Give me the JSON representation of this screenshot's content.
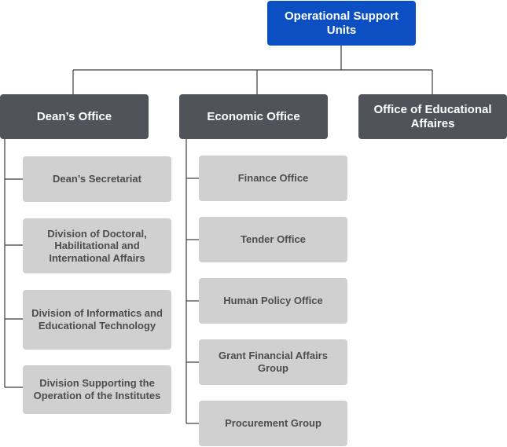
{
  "root": {
    "label": "Operational Support Units"
  },
  "departments": [
    {
      "label": "Dean’s Office",
      "units": [
        "Dean’s Secretariat",
        "Division of Doctoral, Habilitational and International Affairs",
        "Division of Informatics and Educational Technology",
        "Division Supporting the Operation of the Institutes"
      ]
    },
    {
      "label": "Economic Office",
      "units": [
        "Finance Office",
        "Tender Office",
        "Human Policy Office",
        "Grant Financial Affairs Group",
        "Procurement Group"
      ]
    },
    {
      "label": "Office of Educational Affaires",
      "units": []
    }
  ],
  "colors": {
    "root_fill": "#0b4fc2",
    "department_fill": "#505359",
    "unit_fill": "#d0d0d0",
    "unit_text": "#4d4d4d",
    "connector": "#3a3a3a"
  }
}
